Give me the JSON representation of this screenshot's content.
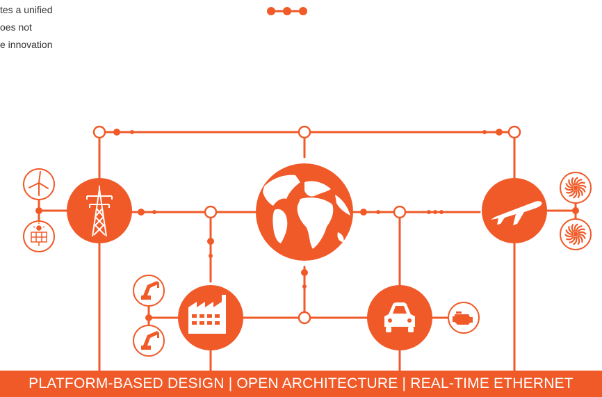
{
  "intro_lines": [
    "tes a unified",
    "oes not",
    "e innovation"
  ],
  "banner": "PLATFORM-BASED DESIGN | OPEN ARCHITECTURE | REAL-TIME ETHERNET",
  "colors": {
    "accent": "#F05A28",
    "text": "#333333",
    "background": "#FFFFFF"
  },
  "nodes": [
    {
      "id": "power-tower",
      "icon": "transmission-tower-icon"
    },
    {
      "id": "globe",
      "icon": "globe-icon"
    },
    {
      "id": "airplane",
      "icon": "airplane-icon"
    },
    {
      "id": "factory",
      "icon": "factory-icon"
    },
    {
      "id": "car",
      "icon": "car-icon"
    },
    {
      "id": "wind-turbine",
      "icon": "wind-turbine-icon"
    },
    {
      "id": "solar-panel",
      "icon": "solar-panel-icon"
    },
    {
      "id": "turbine-fan-1",
      "icon": "turbine-fan-icon"
    },
    {
      "id": "turbine-fan-2",
      "icon": "turbine-fan-icon"
    },
    {
      "id": "robot-arm-1",
      "icon": "robot-arm-icon"
    },
    {
      "id": "robot-arm-2",
      "icon": "robot-arm-icon"
    },
    {
      "id": "engine",
      "icon": "engine-icon"
    }
  ]
}
